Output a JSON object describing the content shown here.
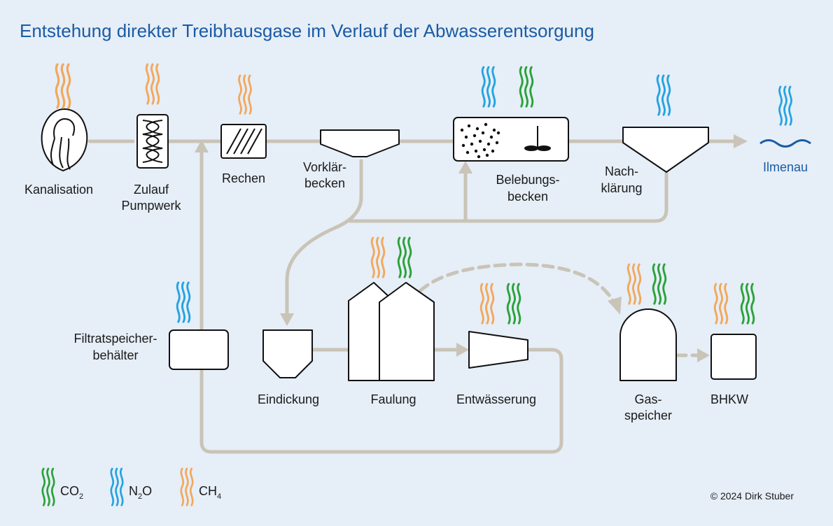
{
  "title": "Entstehung direkter Treibhausgase im Verlauf der Abwasserentsorgung",
  "colors": {
    "co2": "#2aa23a",
    "n2o": "#25a3e0",
    "ch4": "#f2a85c",
    "title": "#1a5ba6",
    "pipe": "#c9c4b7",
    "background": "#e6eef7"
  },
  "stations": {
    "kanalisation": {
      "line1": "Kanalisation",
      "gases": [
        "ch4"
      ]
    },
    "zulauf": {
      "line1": "Zulauf",
      "line2": "Pumpwerk",
      "gases": [
        "ch4"
      ]
    },
    "rechen": {
      "line1": "Rechen",
      "gases": [
        "ch4"
      ]
    },
    "vorklaer": {
      "line1": "Vorklär-",
      "line2": "becken"
    },
    "belebung": {
      "line1": "Belebungs-",
      "line2": "becken",
      "gases": [
        "n2o",
        "co2"
      ]
    },
    "nachklaer": {
      "line1": "Nach-",
      "line2": "klärung",
      "gases": [
        "n2o"
      ]
    },
    "ilmenau": {
      "line1": "Ilmenau",
      "gases": [
        "n2o"
      ]
    },
    "filtrat": {
      "line1": "Filtratspeicher-",
      "line2": "behälter",
      "gases": [
        "n2o"
      ]
    },
    "eindickung": {
      "line1": "Eindickung"
    },
    "faulung": {
      "line1": "Faulung",
      "gases": [
        "ch4",
        "co2"
      ]
    },
    "entwaesserung": {
      "line1": "Entwässerung",
      "gases": [
        "ch4",
        "co2"
      ]
    },
    "gasspeicher": {
      "line1": "Gas-",
      "line2": "speicher",
      "gases": [
        "ch4",
        "co2"
      ]
    },
    "bhkw": {
      "line1": "BHKW",
      "gases": [
        "ch4",
        "co2"
      ]
    }
  },
  "legend": [
    {
      "gas": "co2",
      "label": "CO",
      "sub": "2"
    },
    {
      "gas": "n2o",
      "label": "N",
      "sub": "2",
      "label_after": "O"
    },
    {
      "gas": "ch4",
      "label": "CH",
      "sub": "4"
    }
  ],
  "copyright": "© 2024 Dirk Stuber"
}
